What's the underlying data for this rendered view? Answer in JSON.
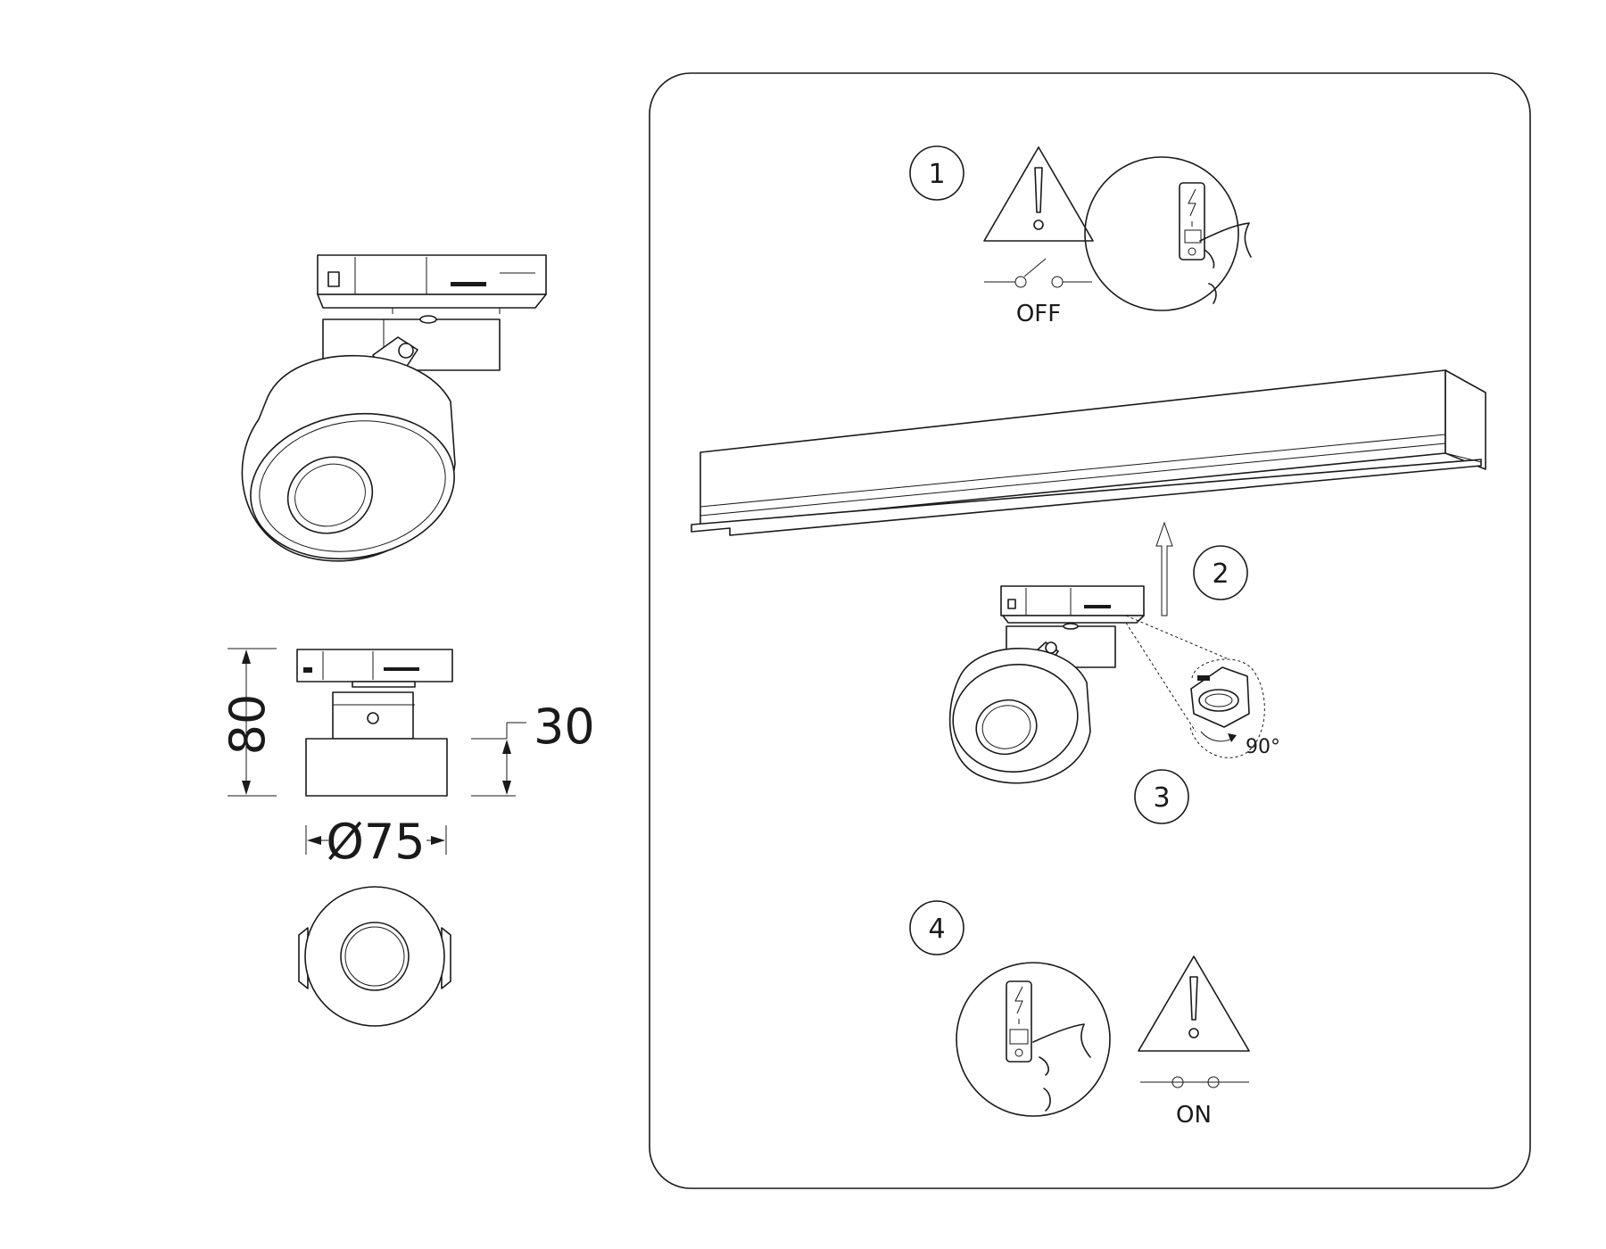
{
  "dimensions": {
    "height_label": "80",
    "head_height_label": "30",
    "diameter_label": "Ø75"
  },
  "steps": [
    {
      "number": "1",
      "state_label": "OFF"
    },
    {
      "number": "2"
    },
    {
      "number": "3",
      "angle_label": "90°"
    },
    {
      "number": "4",
      "state_label": "ON"
    }
  ],
  "icons": [
    "warning-icon",
    "power-switch-icon",
    "hand-icon",
    "arrow-up-icon",
    "rotate-icon"
  ]
}
